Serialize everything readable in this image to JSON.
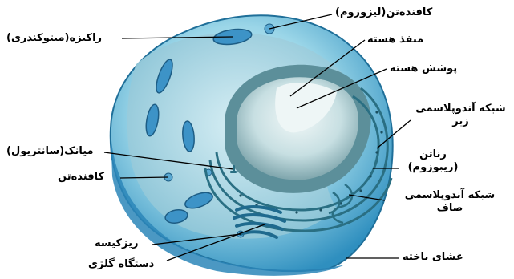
{
  "labels": {
    "lysosome_top": "کافنده‌تن(لیزوزوم)",
    "mitochondria": "راکیزه(میتوکندری)",
    "nuclear_pore": "منفذ هسته",
    "nuclear_envelope": "پوشش هسته",
    "rough_er_line1": "شبکه آندوپلاسمی",
    "rough_er_line2": "زبر",
    "centriole": "میانک(سانتریول)",
    "lysosome_left": "کافنده‌تن",
    "ribosome_line1": "رناتن",
    "ribosome_line2": "(ریبوزوم)",
    "smooth_er_line1": "شبکه آندوپلاسمی",
    "smooth_er_line2": "صاف",
    "vesicle": "ریزکیسه",
    "golgi": "دستگاه گلژی",
    "cell_membrane": "غشای یاخته"
  }
}
